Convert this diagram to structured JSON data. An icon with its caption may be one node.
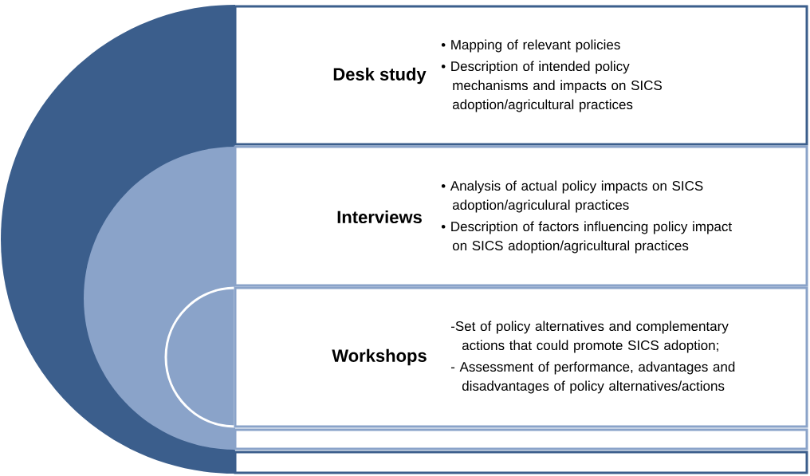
{
  "diagram": {
    "nodes": [
      {
        "text": [
          "Desk study",
          "• Mapping of relevant policies",
          "• Description of intended policy mechanisms and impacts on SICS adoption/agricultural practices"
        ]
      },
      {
        "text": [
          "Interviews",
          "• Analysis of actual policy impacts on SICS adoption/agriculural practices",
          "• Description of factors influencing policy impact on SICS adoption/agricultural practices"
        ]
      },
      {
        "text": [
          "Workshops",
          "-Set of policy alternatives and complementary actions that could promote SICS adoption;",
          "- Assessment of performance, advantages and disadvantages of policy alternatives/actions"
        ]
      }
    ]
  }
}
